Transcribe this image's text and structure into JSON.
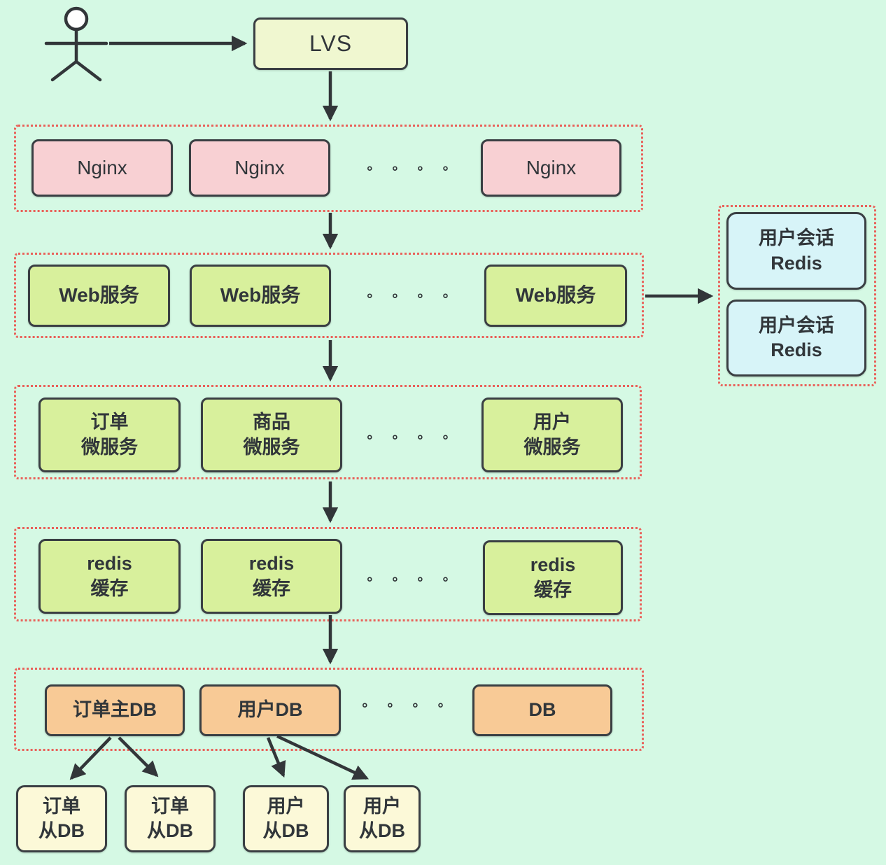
{
  "colors": {
    "background": "#d5f9e4",
    "container_dotted_border": "#e96159",
    "node_border": "#3a3f43",
    "arrow": "#323639",
    "lvs_fill": "#f0f7d0",
    "nginx_fill": "#f8d0d3",
    "service_fill": "#d8f09c",
    "session_redis_fill": "#d7f4f8",
    "db_fill": "#f8ca96",
    "slave_db_fill": "#fcf9d8"
  },
  "lvs": {
    "label": "LVS"
  },
  "dots": "∘ ∘ ∘ ∘",
  "rows": {
    "nginx": {
      "boxes": [
        "Nginx",
        "Nginx",
        "Nginx"
      ]
    },
    "web": {
      "boxes": [
        "Web服务",
        "Web服务",
        "Web服务"
      ]
    },
    "micro": {
      "boxes": [
        {
          "line1": "订单",
          "line2": "微服务"
        },
        {
          "line1": "商品",
          "line2": "微服务"
        },
        {
          "line1": "用户",
          "line2": "微服务"
        }
      ]
    },
    "cache": {
      "boxes": [
        {
          "line1": "redis",
          "line2": "缓存"
        },
        {
          "line1": "redis",
          "line2": "缓存"
        },
        {
          "line1": "redis",
          "line2": "缓存"
        }
      ]
    },
    "db": {
      "boxes": [
        "订单主DB",
        "用户DB",
        "DB"
      ]
    }
  },
  "session": {
    "boxes": [
      {
        "line1": "用户会话",
        "line2": "Redis"
      },
      {
        "line1": "用户会话",
        "line2": "Redis"
      }
    ]
  },
  "slaves": {
    "boxes": [
      {
        "line1": "订单",
        "line2": "从DB"
      },
      {
        "line1": "订单",
        "line2": "从DB"
      },
      {
        "line1": "用户",
        "line2": "从DB"
      },
      {
        "line1": "用户",
        "line2": "从DB"
      }
    ]
  }
}
